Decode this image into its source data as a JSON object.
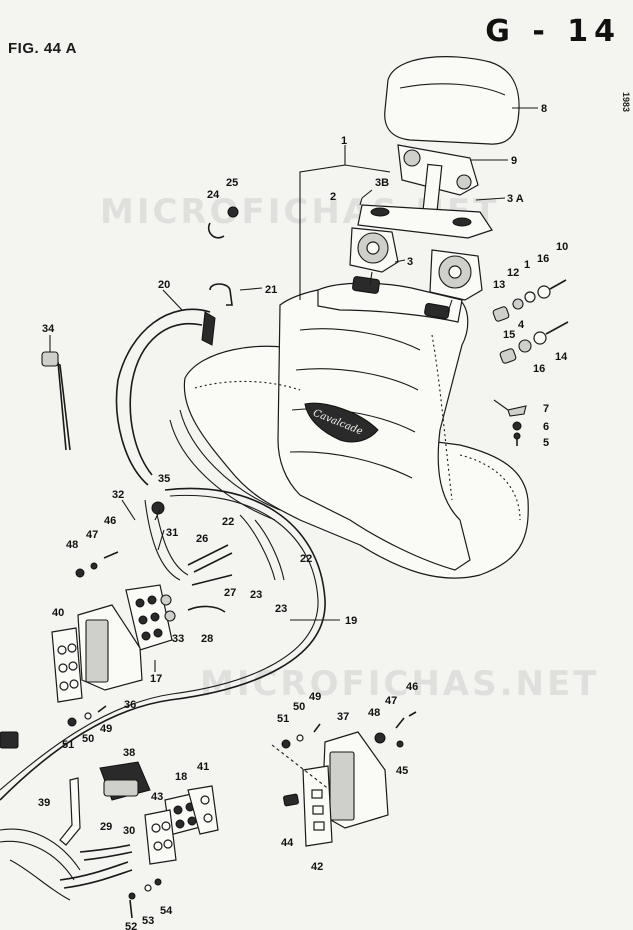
{
  "header": {
    "figure_label": "FIG. 44 A",
    "page_code": "G - 14",
    "side_code": "1983"
  },
  "watermark": {
    "text_top": "MICROFICHAS.NET",
    "text_bottom": "MICROFICHAS.NET"
  },
  "callouts": [
    {
      "id": "c1",
      "label": "1"
    },
    {
      "id": "c2",
      "label": "2"
    },
    {
      "id": "c3",
      "label": "3"
    },
    {
      "id": "c3a",
      "label": "3 A"
    },
    {
      "id": "c3b",
      "label": "3B"
    },
    {
      "id": "c4",
      "label": "4"
    },
    {
      "id": "c5",
      "label": "5"
    },
    {
      "id": "c6",
      "label": "6"
    },
    {
      "id": "c7",
      "label": "7"
    },
    {
      "id": "c8",
      "label": "8"
    },
    {
      "id": "c9",
      "label": "9"
    },
    {
      "id": "c10",
      "label": "10"
    },
    {
      "id": "c11",
      "label": "1"
    },
    {
      "id": "c12",
      "label": "12"
    },
    {
      "id": "c13",
      "label": "13"
    },
    {
      "id": "c14",
      "label": "14"
    },
    {
      "id": "c15",
      "label": "15"
    },
    {
      "id": "c16a",
      "label": "16"
    },
    {
      "id": "c16b",
      "label": "16"
    },
    {
      "id": "c17",
      "label": "17"
    },
    {
      "id": "c18",
      "label": "18"
    },
    {
      "id": "c19",
      "label": "19"
    },
    {
      "id": "c20",
      "label": "20"
    },
    {
      "id": "c21",
      "label": "21"
    },
    {
      "id": "c22a",
      "label": "22"
    },
    {
      "id": "c22b",
      "label": "22"
    },
    {
      "id": "c23a",
      "label": "23"
    },
    {
      "id": "c23b",
      "label": "23"
    },
    {
      "id": "c24",
      "label": "24"
    },
    {
      "id": "c25",
      "label": "25"
    },
    {
      "id": "c26",
      "label": "26"
    },
    {
      "id": "c27",
      "label": "27"
    },
    {
      "id": "c28",
      "label": "28"
    },
    {
      "id": "c29",
      "label": "29"
    },
    {
      "id": "c30",
      "label": "30"
    },
    {
      "id": "c31",
      "label": "31"
    },
    {
      "id": "c32",
      "label": "32"
    },
    {
      "id": "c33",
      "label": "33"
    },
    {
      "id": "c34",
      "label": "34"
    },
    {
      "id": "c35",
      "label": "35"
    },
    {
      "id": "c36",
      "label": "36"
    },
    {
      "id": "c37",
      "label": "37"
    },
    {
      "id": "c38",
      "label": "38"
    },
    {
      "id": "c39",
      "label": "39"
    },
    {
      "id": "c40",
      "label": "40"
    },
    {
      "id": "c41",
      "label": "41"
    },
    {
      "id": "c42",
      "label": "42"
    },
    {
      "id": "c43",
      "label": "43"
    },
    {
      "id": "c44",
      "label": "44"
    },
    {
      "id": "c45",
      "label": "45"
    },
    {
      "id": "c46a",
      "label": "46"
    },
    {
      "id": "c46b",
      "label": "46"
    },
    {
      "id": "c47a",
      "label": "47"
    },
    {
      "id": "c47b",
      "label": "47"
    },
    {
      "id": "c48a",
      "label": "48"
    },
    {
      "id": "c48b",
      "label": "48"
    },
    {
      "id": "c49a",
      "label": "49"
    },
    {
      "id": "c49b",
      "label": "49"
    },
    {
      "id": "c50a",
      "label": "50"
    },
    {
      "id": "c50b",
      "label": "50"
    },
    {
      "id": "c51a",
      "label": "51"
    },
    {
      "id": "c51b",
      "label": "51"
    },
    {
      "id": "c52",
      "label": "52"
    },
    {
      "id": "c53",
      "label": "53"
    },
    {
      "id": "c54",
      "label": "54"
    }
  ],
  "colors": {
    "ink": "#1a1a1a",
    "paper": "#f4f4f1"
  }
}
